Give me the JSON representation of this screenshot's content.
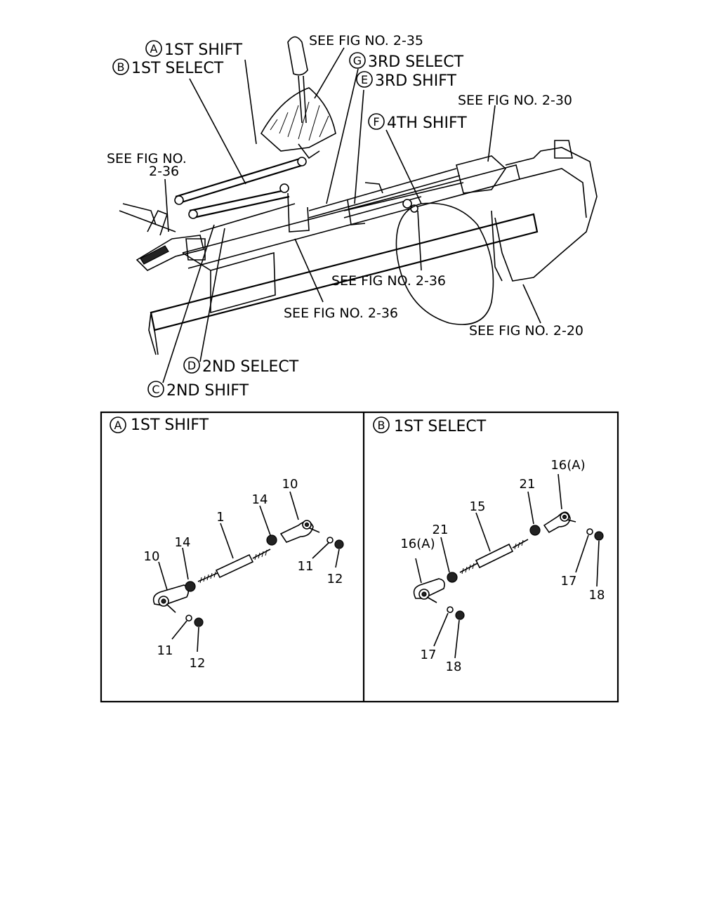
{
  "callouts": {
    "a": {
      "letter": "A",
      "text": "1ST SHIFT"
    },
    "b": {
      "letter": "B",
      "text": "1ST SELECT"
    },
    "c": {
      "letter": "C",
      "text": "2ND SHIFT"
    },
    "d": {
      "letter": "D",
      "text": "2ND SELECT"
    },
    "e": {
      "letter": "E",
      "text": "3RD SHIFT"
    },
    "f": {
      "letter": "F",
      "text": "4TH SHIFT"
    },
    "g": {
      "letter": "G",
      "text": "3RD SELECT"
    }
  },
  "references": {
    "fig_2_35": "SEE FIG NO. 2-35",
    "fig_2_30": "SEE FIG NO. 2-30",
    "fig_2_36_left_line1": "SEE FIG NO.",
    "fig_2_36_left_line2": "2-36",
    "fig_2_36_right": "SEE FIG NO. 2-36",
    "fig_2_36_center": "SEE FIG NO. 2-36",
    "fig_2_20": "SEE FIG NO. 2-20"
  },
  "panels": {
    "left": {
      "letter": "A",
      "title": "1ST SHIFT",
      "parts": {
        "p1": "1",
        "p10a": "10",
        "p10b": "10",
        "p14a": "14",
        "p14b": "14",
        "p11a": "11",
        "p11b": "11",
        "p12a": "12",
        "p12b": "12"
      }
    },
    "right": {
      "letter": "B",
      "title": "1ST SELECT",
      "parts": {
        "p15": "15",
        "p16a": "16(A)",
        "p16b": "16(A)",
        "p21a": "21",
        "p21b": "21",
        "p17a": "17",
        "p17b": "17",
        "p18a": "18",
        "p18b": "18"
      }
    }
  }
}
